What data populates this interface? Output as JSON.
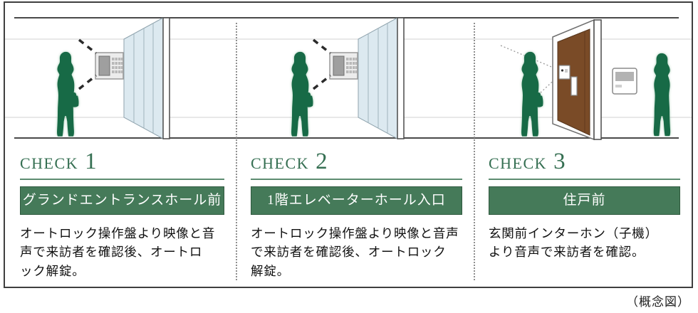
{
  "colors": {
    "accent_green": "#356f52",
    "bar_green": "#457a59",
    "silhouette_green": "#176a46",
    "door_brown": "#7a4b27",
    "glass_blue": "#dce9f0"
  },
  "panels": [
    {
      "check_label": "CHECK",
      "check_number": "1",
      "location": "グランドエントランスホール前",
      "description": "オートロック操作盤より映像と音\n声で来訪者を確認後、オートロ\nック解錠。"
    },
    {
      "check_label": "CHECK",
      "check_number": "2",
      "location": "1階エレベーターホール入口",
      "description": "オートロック操作盤より映像と音声\nで来訪者を確認後、オートロック\n解錠。"
    },
    {
      "check_label": "CHECK",
      "check_number": "3",
      "location": "住戸前",
      "description": "玄関前インターホン（子機）\nより音声で来訪者を確認。"
    }
  ],
  "footer": {
    "note": "（概念図）"
  }
}
